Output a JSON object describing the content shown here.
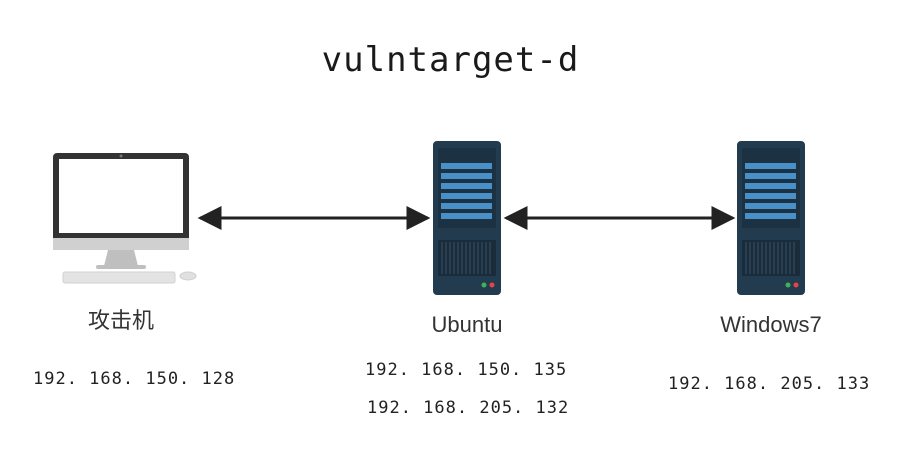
{
  "title": "vulntarget-d",
  "nodes": {
    "attacker": {
      "label": "攻击机",
      "icon": "desktop-computer-icon",
      "ips": [
        "192. 168. 150. 128"
      ]
    },
    "ubuntu": {
      "label": "Ubuntu",
      "icon": "server-icon",
      "ips": [
        "192. 168. 150. 135",
        "192. 168. 205. 132"
      ]
    },
    "windows": {
      "label": "Windows7",
      "icon": "server-icon",
      "ips": [
        "192. 168. 205. 133"
      ]
    }
  },
  "colors": {
    "server_body": "#233b4f",
    "server_slot": "#4a90c8",
    "arrow": "#222222",
    "monitor_frame": "#333333",
    "stand": "#bfbfbf"
  }
}
